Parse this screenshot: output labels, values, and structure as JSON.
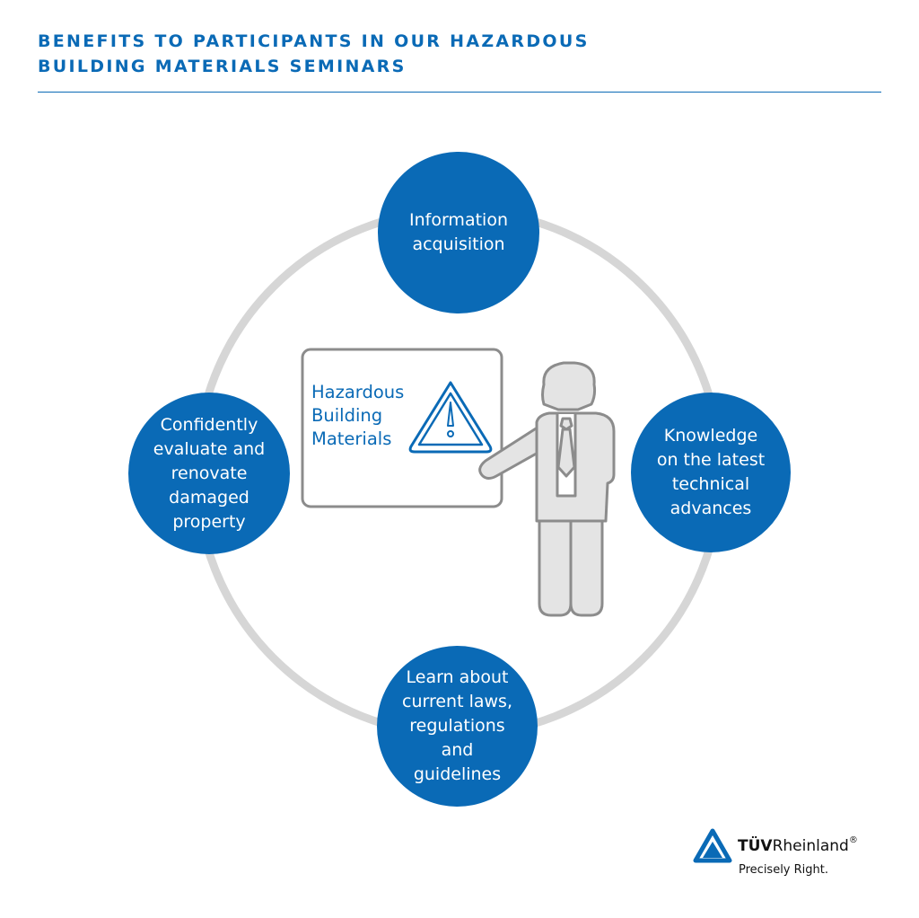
{
  "header": {
    "title_line1": "BENEFITS TO PARTICIPANTS IN OUR HAZARDOUS",
    "title_line2": "BUILDING MATERIALS SEMINARS"
  },
  "nodes": {
    "top": "Information\nacquisition",
    "right": "Knowledge\non the latest\ntechnical\nadvances",
    "bottom": "Learn about\ncurrent laws,\nregulations\nand\nguidelines",
    "left": "Confidently\nevaluate and\nrenovate\ndamaged\nproperty"
  },
  "board": {
    "text": "Hazardous\nBuilding\nMaterials",
    "icon": "warning-triangle-icon"
  },
  "presenter": {
    "icon": "presenter-person-icon"
  },
  "logo": {
    "brand_bold": "TÜV",
    "brand_rest": "Rheinland",
    "registered": "®",
    "tagline": "Precisely Right.",
    "icon": "tuv-triangle-logo"
  },
  "colors": {
    "accent": "#0a6ab6",
    "ring": "#d6d6d6",
    "figure_stroke": "#8c8c8c",
    "figure_fill": "#e4e4e4"
  }
}
